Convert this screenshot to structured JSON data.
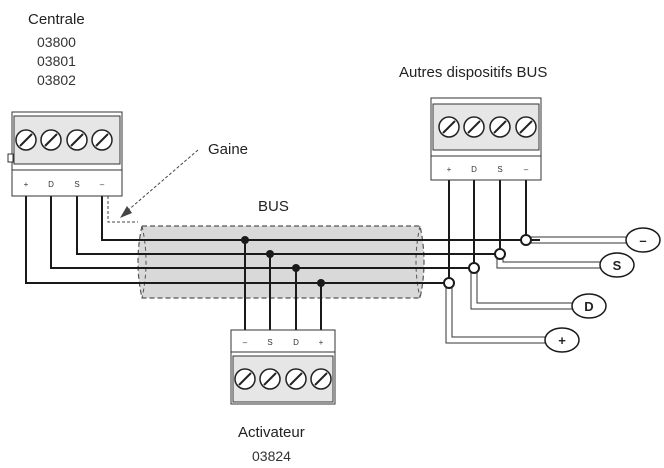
{
  "centrale": {
    "title": "Centrale",
    "codes": [
      "03800",
      "03801",
      "03802"
    ],
    "pins": [
      "+",
      "D",
      "S",
      "–"
    ]
  },
  "autres": {
    "title": "Autres dispositifs BUS",
    "pins": [
      "+",
      "D",
      "S",
      "–"
    ]
  },
  "activateur": {
    "title": "Activateur",
    "code": "03824",
    "pins": [
      "–",
      "S",
      "D",
      "+"
    ]
  },
  "gaine_label": "Gaine",
  "bus_label": "BUS",
  "terminals": [
    "–",
    "S",
    "D",
    "+"
  ],
  "colors": {
    "line": "#1a1a1a",
    "sheath": "#d9d9d9"
  }
}
